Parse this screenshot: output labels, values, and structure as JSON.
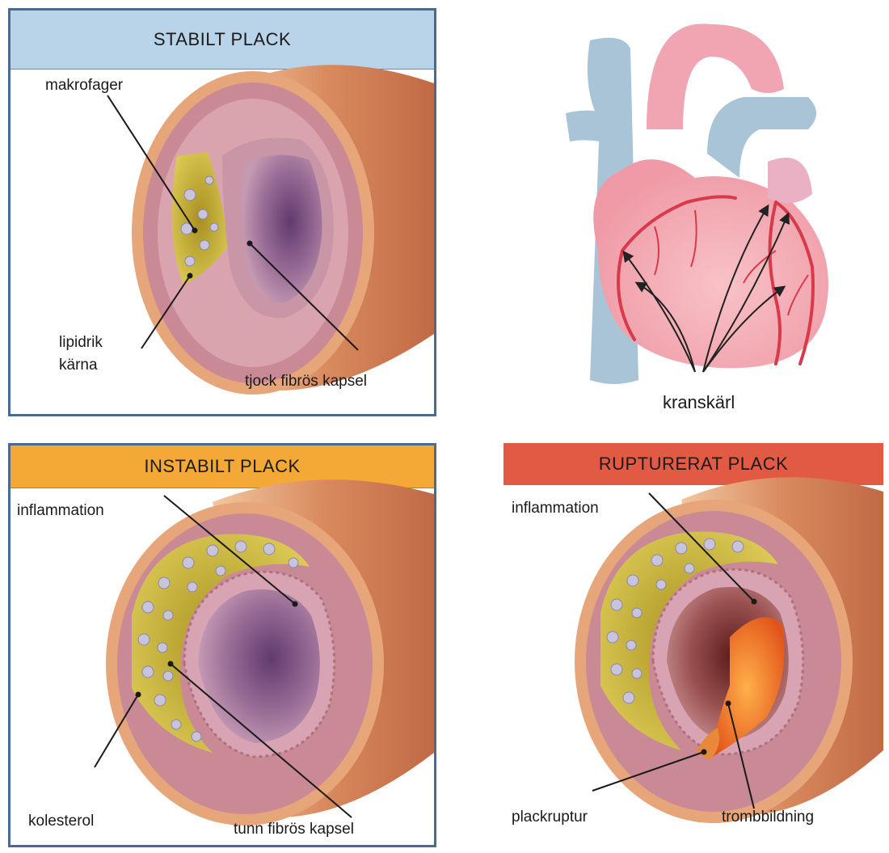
{
  "panels": {
    "stable": {
      "title": "STABILT  PLACK",
      "labels": {
        "macrophages": "makrofager",
        "lipid_core_line1": "lipidrik",
        "lipid_core_line2": "kärna",
        "thick_cap": "tjock fibrös kapsel"
      }
    },
    "heart": {
      "labels": {
        "coronary": "kranskärl"
      }
    },
    "unstable": {
      "title": "INSTABILT PLACK",
      "labels": {
        "inflammation": "inflammation",
        "cholesterol": "kolesterol",
        "thin_cap": "tunn fibrös kapsel"
      }
    },
    "ruptured": {
      "title": "RUPTURERAT  PLACK",
      "labels": {
        "inflammation": "inflammation",
        "rupture": "plackruptur",
        "thrombus": "trombbildning"
      }
    }
  },
  "colors": {
    "stable_header": "#b9d3e8",
    "unstable_header": "#f4a835",
    "ruptured_header": "#e35a44",
    "panel_border": "#4a6a8e",
    "artery_outer": "#e9a274",
    "artery_wall": "#c98a95",
    "plaque_yellow": "#d8c34a",
    "lumen": "#a77d9c",
    "thrombus": "#ef6a1e",
    "heart_pink": "#f3a7b1",
    "vessel_blue": "#a9c4d6",
    "coronary_red": "#d83a4c"
  }
}
